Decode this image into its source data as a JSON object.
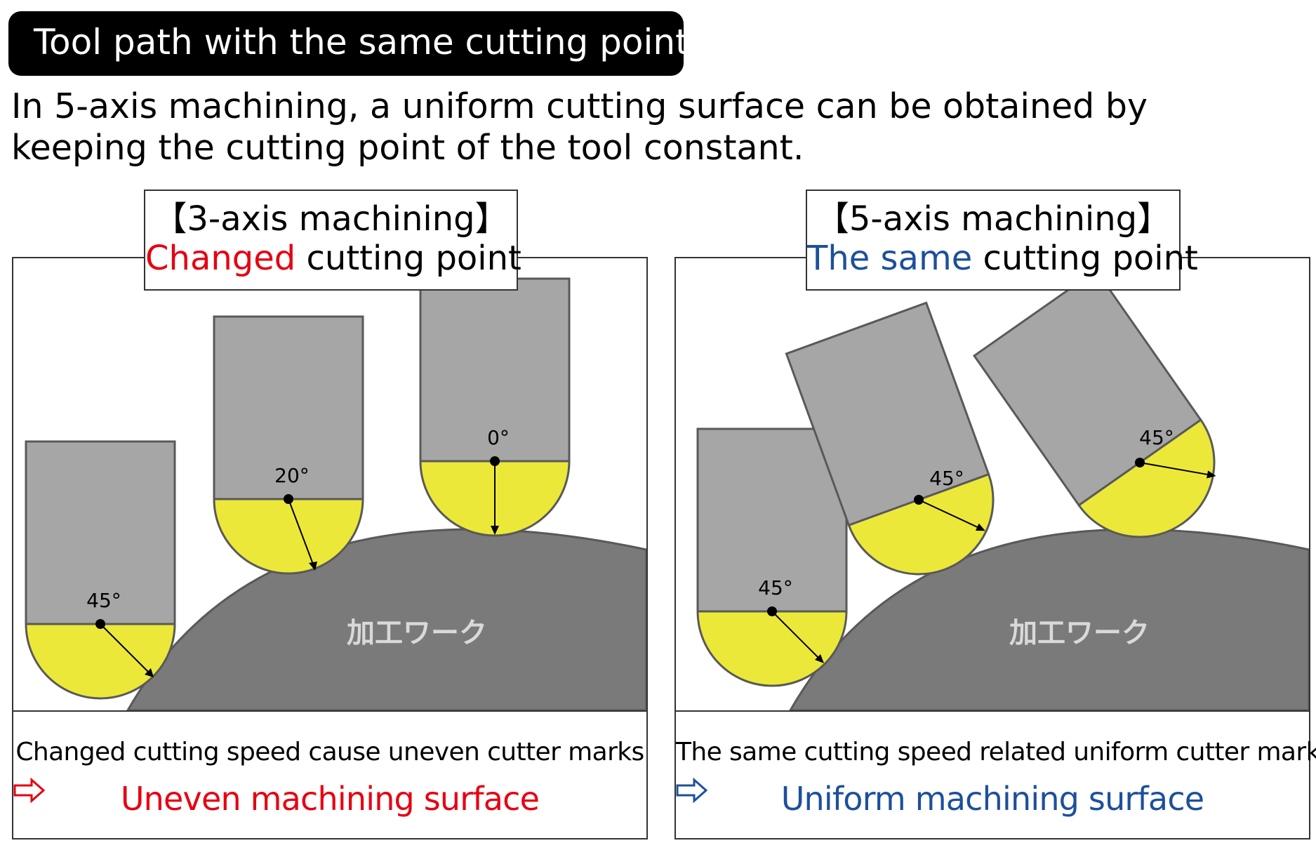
{
  "header": {
    "title": "Tool path with the same cutting point",
    "intro_line1": "In 5-axis machining, a uniform cutting surface can be obtained by",
    "intro_line2": "keeping the cutting point of the tool constant."
  },
  "left_panel": {
    "heading": "【3-axis machining】",
    "subtitle_highlight": "Changed",
    "subtitle_rest": " cutting point",
    "highlight_color": "#e60012",
    "workpiece_label": "加工ワーク",
    "tools": [
      {
        "angle_label": "45°"
      },
      {
        "angle_label": "20°"
      },
      {
        "angle_label": "0°"
      }
    ],
    "caption": "Changed cutting speed cause uneven cutter marks",
    "result": "Uneven machining surface",
    "arrow_icon": "right-arrow-outline-icon"
  },
  "right_panel": {
    "heading": "【5-axis machining】",
    "subtitle_highlight": "The same",
    "subtitle_rest": " cutting point",
    "highlight_color": "#1d4f9c",
    "workpiece_label": "加工ワーク",
    "tools": [
      {
        "angle_label": "45°"
      },
      {
        "angle_label": "45°"
      },
      {
        "angle_label": "45°"
      }
    ],
    "caption": "The same cutting speed related uniform cutter marks",
    "result": "Uniform machining surface",
    "arrow_icon": "right-arrow-outline-icon"
  },
  "colors": {
    "tool_body": "#a6a6a6",
    "tool_tip": "#ece83a",
    "workpiece": "#7a7a7a",
    "outline": "#595959"
  }
}
